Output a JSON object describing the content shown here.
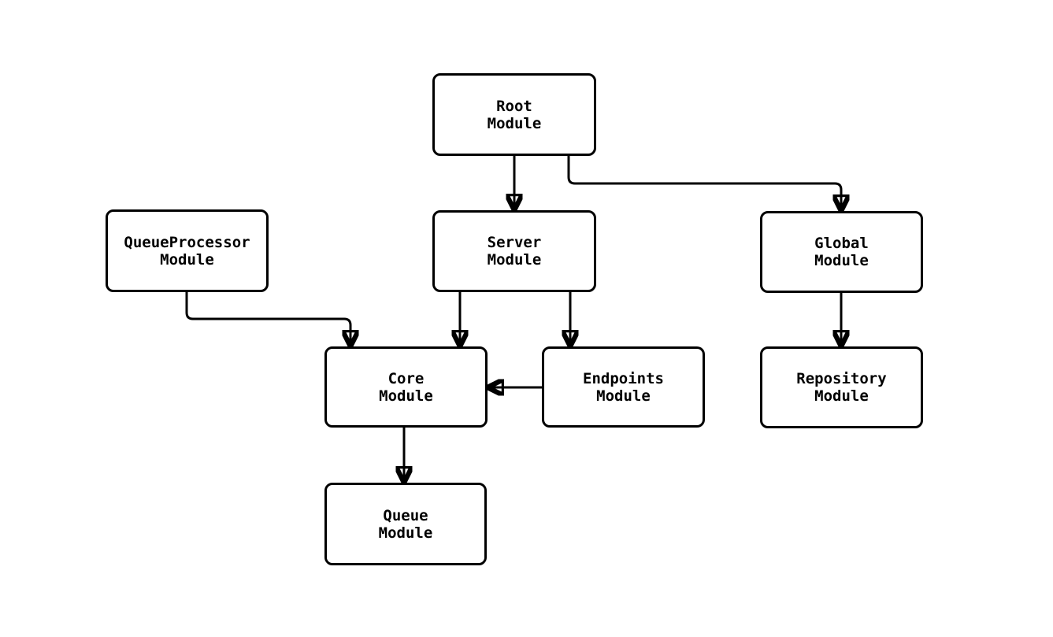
{
  "diagram": {
    "type": "module-dependency-graph",
    "background_color": "#ffffff",
    "node_border_color": "#000000",
    "node_fill_color": "#ffffff",
    "edge_color": "#000000",
    "text_color": "#000000",
    "nodes": [
      {
        "id": "root",
        "label": "Root\nModule"
      },
      {
        "id": "queue-processor",
        "label": "QueueProcessor\nModule"
      },
      {
        "id": "server",
        "label": "Server\nModule"
      },
      {
        "id": "global",
        "label": "Global\nModule"
      },
      {
        "id": "core",
        "label": "Core\nModule"
      },
      {
        "id": "endpoints",
        "label": "Endpoints\nModule"
      },
      {
        "id": "repository",
        "label": "Repository\nModule"
      },
      {
        "id": "queue",
        "label": "Queue\nModule"
      }
    ],
    "edges": [
      {
        "from": "root",
        "to": "server"
      },
      {
        "from": "root",
        "to": "global"
      },
      {
        "from": "queue-processor",
        "to": "core"
      },
      {
        "from": "server",
        "to": "core"
      },
      {
        "from": "server",
        "to": "endpoints"
      },
      {
        "from": "endpoints",
        "to": "core"
      },
      {
        "from": "global",
        "to": "repository"
      },
      {
        "from": "core",
        "to": "queue"
      }
    ]
  }
}
